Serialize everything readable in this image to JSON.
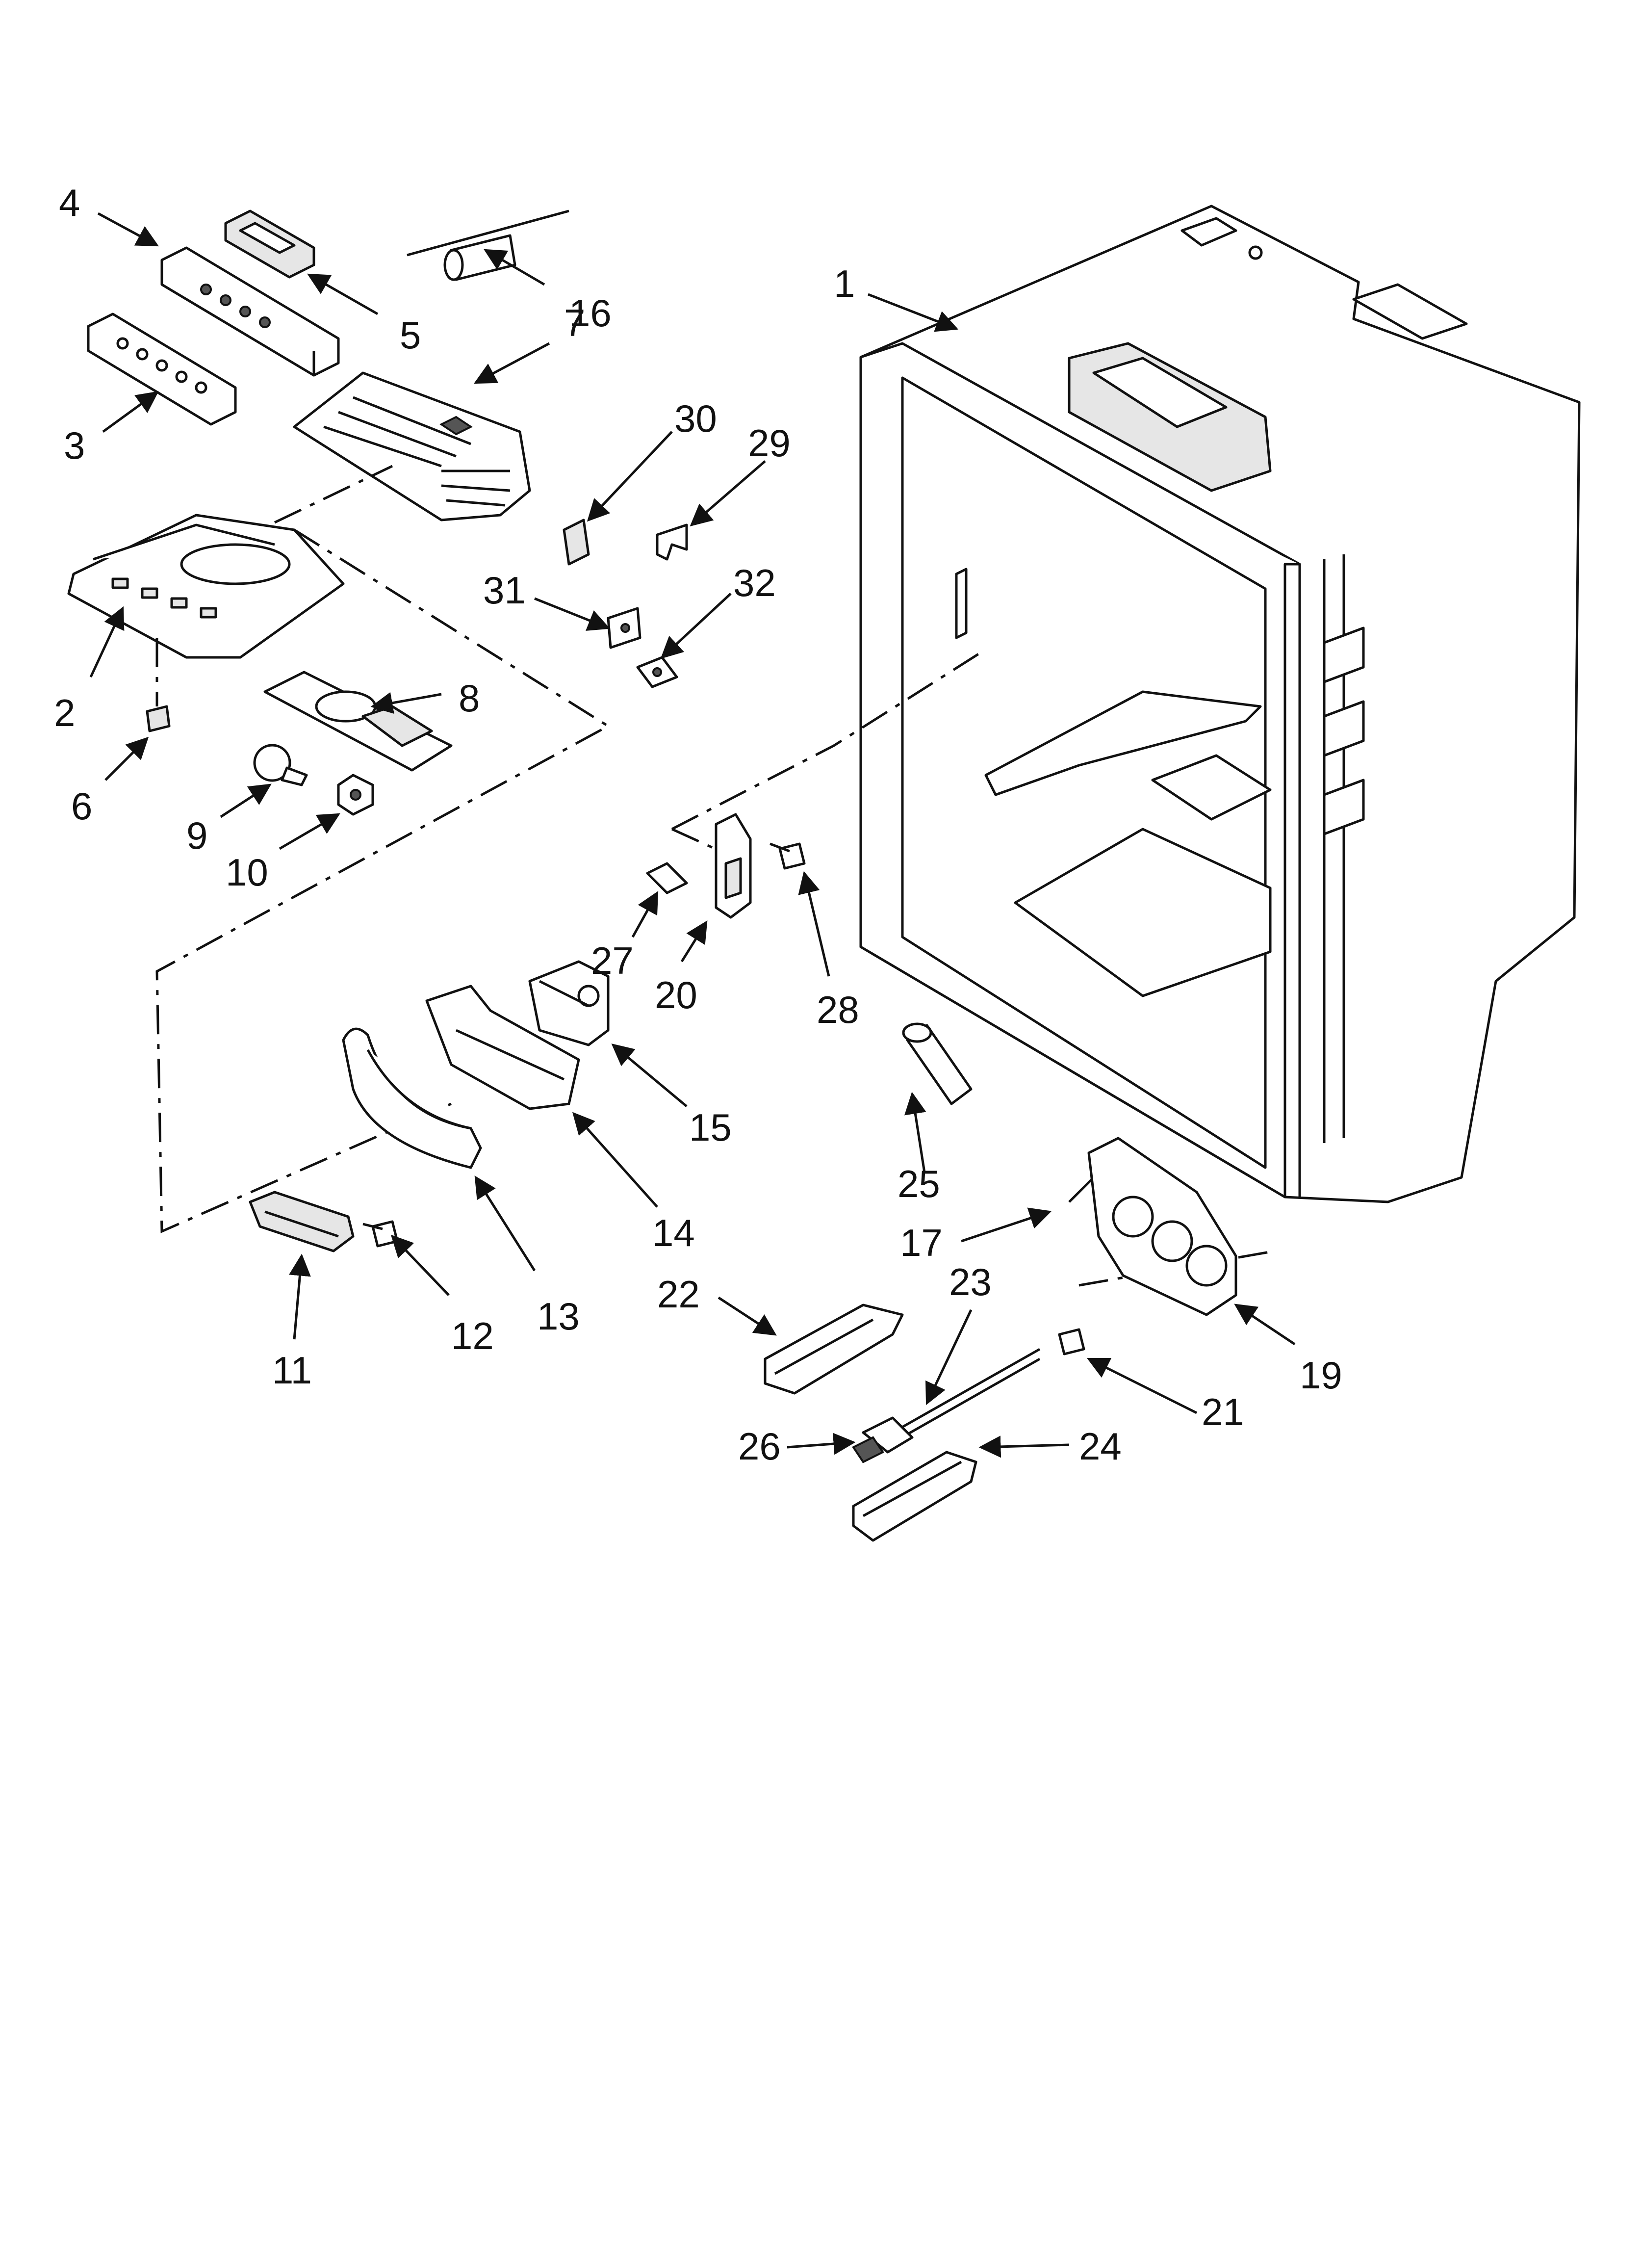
{
  "diagram": {
    "callouts": [
      {
        "id": "1",
        "label": "1"
      },
      {
        "id": "2",
        "label": "2"
      },
      {
        "id": "3",
        "label": "3"
      },
      {
        "id": "4",
        "label": "4"
      },
      {
        "id": "5",
        "label": "5"
      },
      {
        "id": "6",
        "label": "6"
      },
      {
        "id": "7",
        "label": "7"
      },
      {
        "id": "8",
        "label": "8"
      },
      {
        "id": "9",
        "label": "9"
      },
      {
        "id": "10",
        "label": "10"
      },
      {
        "id": "11",
        "label": "11"
      },
      {
        "id": "12",
        "label": "12"
      },
      {
        "id": "13",
        "label": "13"
      },
      {
        "id": "14",
        "label": "14"
      },
      {
        "id": "15",
        "label": "15"
      },
      {
        "id": "16",
        "label": "16"
      },
      {
        "id": "17",
        "label": "17"
      },
      {
        "id": "19",
        "label": "19"
      },
      {
        "id": "20",
        "label": "20"
      },
      {
        "id": "21",
        "label": "21"
      },
      {
        "id": "22",
        "label": "22"
      },
      {
        "id": "23",
        "label": "23"
      },
      {
        "id": "24",
        "label": "24"
      },
      {
        "id": "25",
        "label": "25"
      },
      {
        "id": "26",
        "label": "26"
      },
      {
        "id": "27",
        "label": "27"
      },
      {
        "id": "28",
        "label": "28"
      },
      {
        "id": "29",
        "label": "29"
      },
      {
        "id": "30",
        "label": "30"
      },
      {
        "id": "31",
        "label": "31"
      },
      {
        "id": "32",
        "label": "32"
      }
    ]
  }
}
